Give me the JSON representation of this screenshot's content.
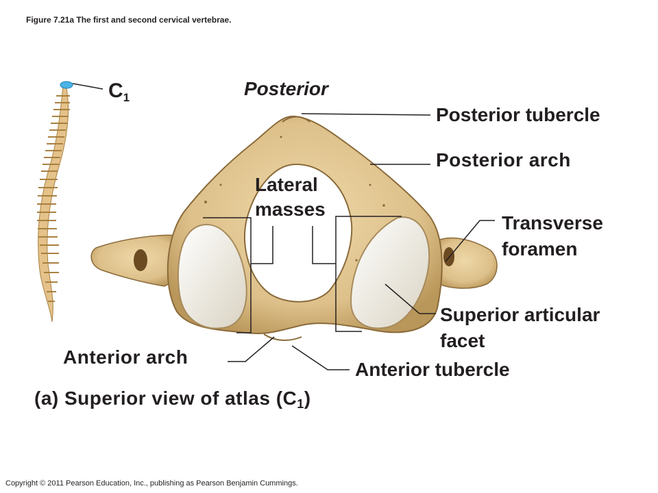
{
  "figure_caption": "Figure 7.21a   The first and second cervical vertebrae.",
  "copyright": "Copyright © 2011 Pearson Education, Inc., publishing as Pearson Benjamin Cummings.",
  "spine_label": {
    "main": "C",
    "sub": "1"
  },
  "orientation_label": "Posterior",
  "labels": {
    "posterior_tubercle": "Posterior tubercle",
    "posterior_arch": "Posterior arch",
    "lateral_masses_line1": "Lateral",
    "lateral_masses_line2": "masses",
    "transverse_foramen_line1": "Transverse",
    "transverse_foramen_line2": "foramen",
    "superior_articular_facet_line1": "Superior articular",
    "superior_articular_facet_line2": "facet",
    "anterior_arch": "Anterior arch",
    "anterior_tubercle": "Anterior tubercle"
  },
  "view_caption": {
    "prefix": "(a)  Superior view of atlas (C",
    "sub": "1",
    "suffix": ")"
  },
  "colors": {
    "bone": "#e3c995",
    "bone_shadow": "#b99659",
    "bone_dark": "#8a6a3a",
    "facet": "#f3efe4",
    "leader": "#231f20",
    "c1_highlight": "#4ab3e6"
  }
}
